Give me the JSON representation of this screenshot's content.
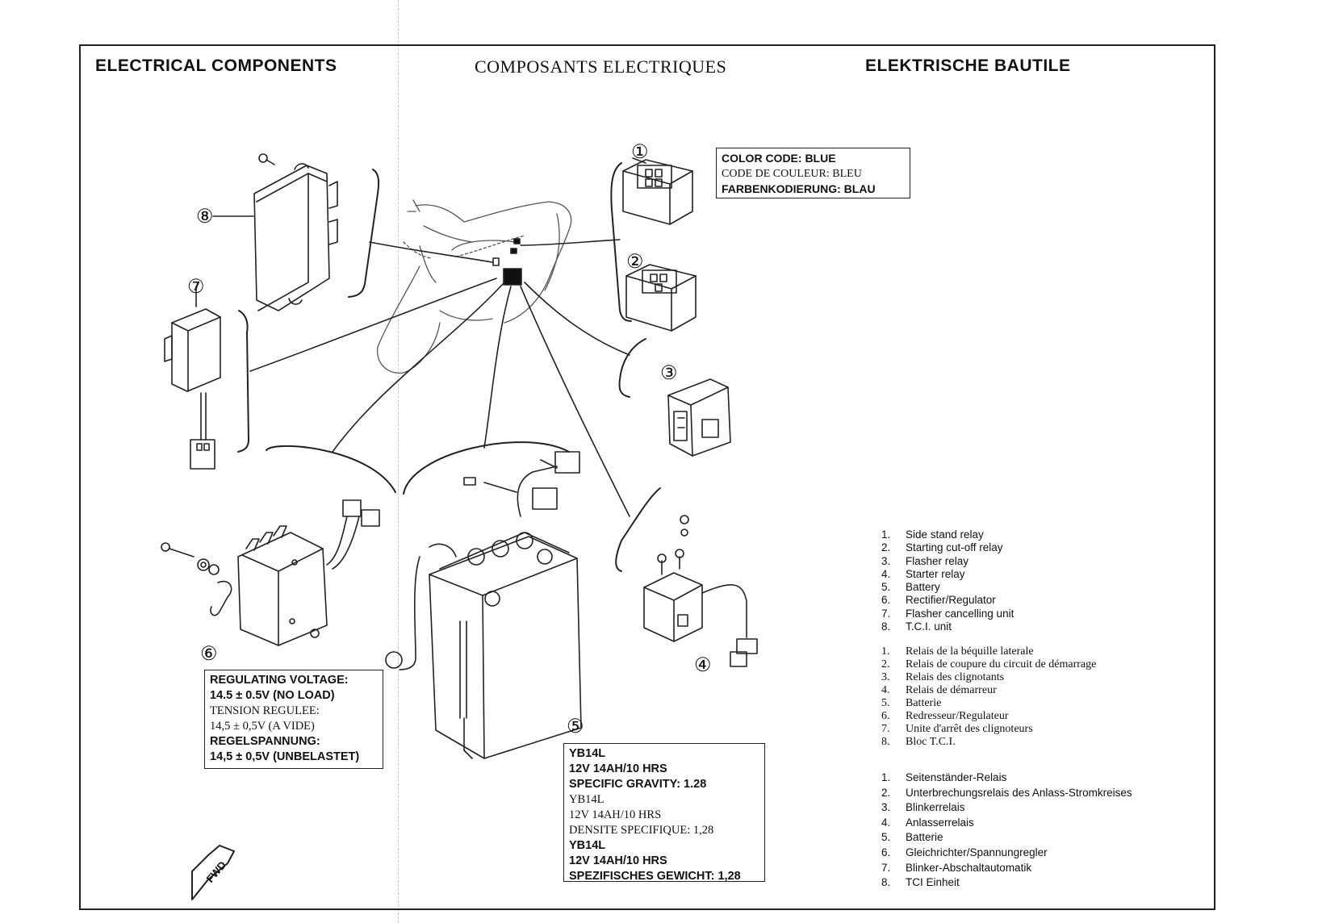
{
  "headers": {
    "en": "ELECTRICAL COMPONENTS",
    "fr": "COMPOSANTS ELECTRIQUES",
    "de": "ELEKTRISCHE BAUTILE"
  },
  "color_code": {
    "en": "COLOR CODE: BLUE",
    "fr": "CODE DE COULEUR: BLEU",
    "de": "FARBENKODIERUNG: BLAU"
  },
  "voltage": {
    "en_label": "REGULATING VOLTAGE:",
    "en_value": "14.5 ± 0.5V (NO LOAD)",
    "fr_label": "TENSION REGULEE:",
    "fr_value": "14,5 ± 0,5V (A VIDE)",
    "de_label": "REGELSPANNUNG:",
    "de_value": "14,5 ± 0,5V (UNBELASTET)"
  },
  "battery": {
    "en_model": "YB14L",
    "en_rating": "12V 14AH/10 HRS",
    "en_gravity": "SPECIFIC GRAVITY: 1.28",
    "fr_model": "YB14L",
    "fr_rating": "12V 14AH/10 HRS",
    "fr_gravity": "DENSITE SPECIFIQUE: 1,28",
    "de_model": "YB14L",
    "de_rating": "12V 14AH/10 HRS",
    "de_gravity": "SPEZIFISCHES GEWICHT: 1,28"
  },
  "callouts": [
    "①",
    "②",
    "③",
    "④",
    "⑤",
    "⑥",
    "⑦",
    "⑧"
  ],
  "fwd_label": "FWD",
  "legend_en": [
    {
      "num": "1.",
      "text": "Side stand relay"
    },
    {
      "num": "2.",
      "text": "Starting cut-off relay"
    },
    {
      "num": "3.",
      "text": "Flasher relay"
    },
    {
      "num": "4.",
      "text": "Starter relay"
    },
    {
      "num": "5.",
      "text": "Battery"
    },
    {
      "num": "6.",
      "text": "Rectifier/Regulator"
    },
    {
      "num": "7.",
      "text": "Flasher cancelling unit"
    },
    {
      "num": "8.",
      "text": "T.C.I. unit"
    }
  ],
  "legend_fr": [
    {
      "num": "1.",
      "text": "Relais de la béquille laterale"
    },
    {
      "num": "2.",
      "text": "Relais de coupure du circuit de démarrage"
    },
    {
      "num": "3.",
      "text": "Relais des clignotants"
    },
    {
      "num": "4.",
      "text": "Relais de démarreur"
    },
    {
      "num": "5.",
      "text": "Batterie"
    },
    {
      "num": "6.",
      "text": "Redresseur/Regulateur"
    },
    {
      "num": "7.",
      "text": "Unite d'arrêt des clignoteurs"
    },
    {
      "num": "8.",
      "text": "Bloc T.C.I."
    }
  ],
  "legend_de": [
    {
      "num": "1.",
      "text": "Seitenständer-Relais"
    },
    {
      "num": "2.",
      "text": "Unterbrechungsrelais des Anlass-Stromkreises"
    },
    {
      "num": "3.",
      "text": "Blinkerrelais"
    },
    {
      "num": "4.",
      "text": "Anlasserrelais"
    },
    {
      "num": "5.",
      "text": "Batterie"
    },
    {
      "num": "6.",
      "text": "Gleichrichter/Spannungregler"
    },
    {
      "num": "7.",
      "text": "Blinker-Abschaltautomatik"
    },
    {
      "num": "8.",
      "text": "TCI Einheit"
    }
  ]
}
